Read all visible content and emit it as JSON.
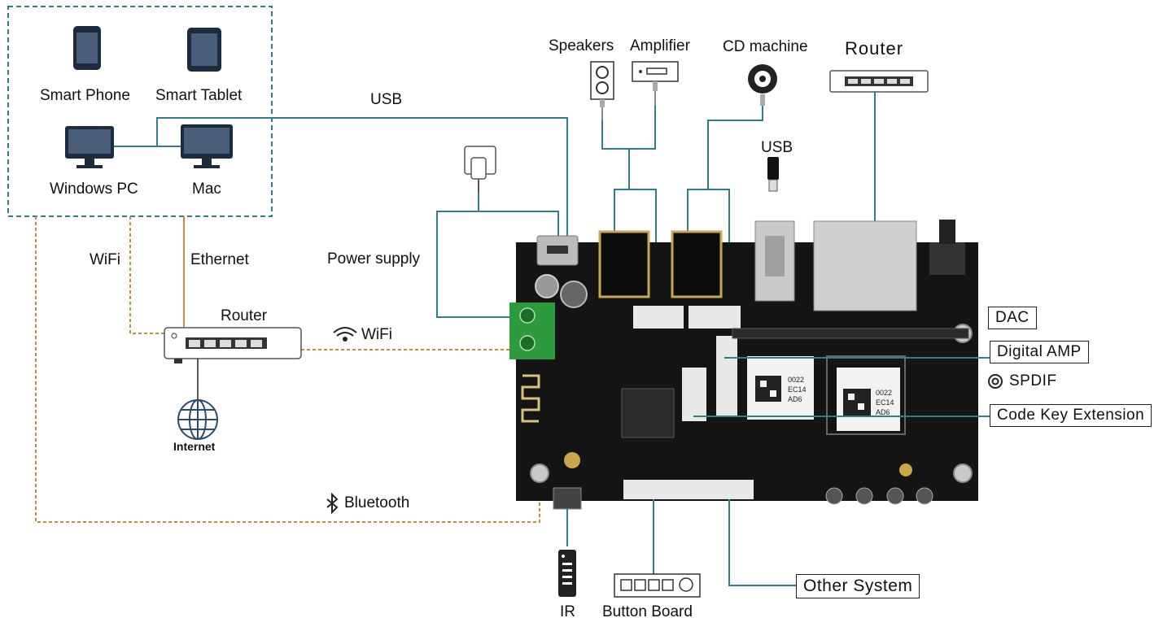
{
  "devices": {
    "smart_phone": "Smart Phone",
    "smart_tablet": "Smart Tablet",
    "windows_pc": "Windows PC",
    "mac": "Mac"
  },
  "connections": {
    "usb_top": "USB",
    "wifi_left": "WiFi",
    "ethernet": "Ethernet",
    "router_left": "Router",
    "wifi_mid": "WiFi",
    "internet": "Internet",
    "bluetooth": "Bluetooth",
    "power_supply": "Power supply"
  },
  "peripherals": {
    "speakers": "Speakers",
    "amplifier": "Amplifier",
    "cd_machine": "CD machine",
    "router_top": "Router",
    "usb_drive": "USB",
    "ir": "IR",
    "button_board": "Button Board"
  },
  "callouts": {
    "dac": "DAC",
    "digital_amp": "Digital AMP",
    "spdif": "SPDIF",
    "code_key": "Code Key Extension",
    "other_system": "Other System"
  },
  "chips": {
    "qr1_line1": "0022",
    "qr1_line2": "EC14",
    "qr1_line3": "AD6",
    "qr2_line1": "0022",
    "qr2_line2": "EC14",
    "qr2_line3": "AD6"
  },
  "colors": {
    "teal": "#2f7f8a",
    "orange": "#c98a3a",
    "board": "#141414",
    "terminal": "#2e9a3e"
  }
}
